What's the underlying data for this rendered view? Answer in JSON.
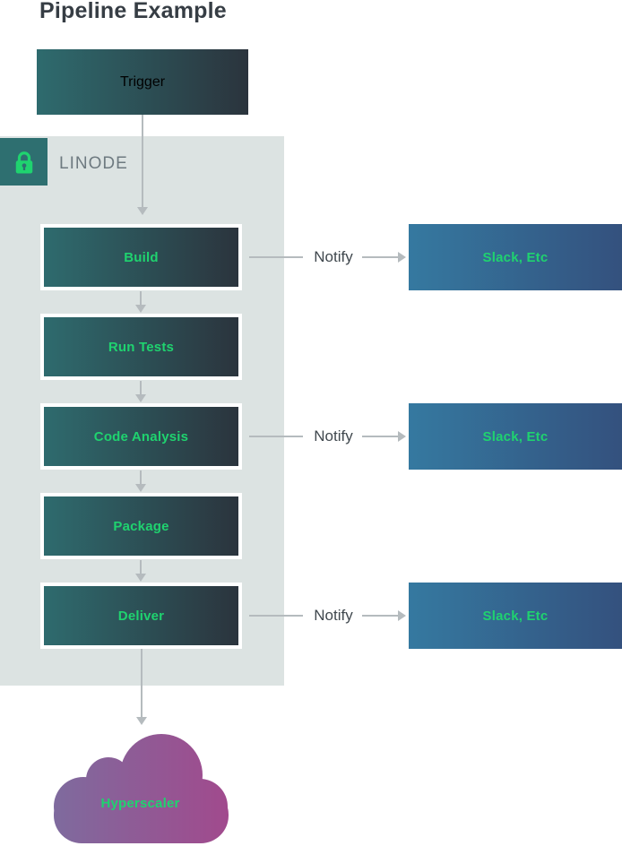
{
  "title": "Pipeline Example",
  "colors": {
    "stage_start": "#2e6b6e",
    "stage_end": "#2b343d",
    "slack_start": "#3579a0",
    "slack_end": "#34517e",
    "cloud_start": "#7e6b9e",
    "cloud_end": "#a14a8d",
    "green": "#1fd36f",
    "container_bg": "#dce3e2",
    "badge_bg": "#2e6f70",
    "arrow": "#b5bbbe",
    "title_color": "#363d44",
    "muted": "#6e7a80",
    "notify_color": "#40484e"
  },
  "trigger": {
    "label": "Trigger"
  },
  "container": {
    "label": "LINODE",
    "icon": "lock-icon"
  },
  "stages": [
    {
      "label": "Build",
      "notify": true
    },
    {
      "label": "Run Tests",
      "notify": false
    },
    {
      "label": "Code Analysis",
      "notify": true
    },
    {
      "label": "Package",
      "notify": false
    },
    {
      "label": "Deliver",
      "notify": true
    }
  ],
  "notify_rows": [
    {
      "label": "Notify",
      "target": "Slack, Etc"
    },
    {
      "label": "Notify",
      "target": "Slack, Etc"
    },
    {
      "label": "Notify",
      "target": "Slack, Etc"
    }
  ],
  "cloud": {
    "label": "Hyperscaler"
  }
}
